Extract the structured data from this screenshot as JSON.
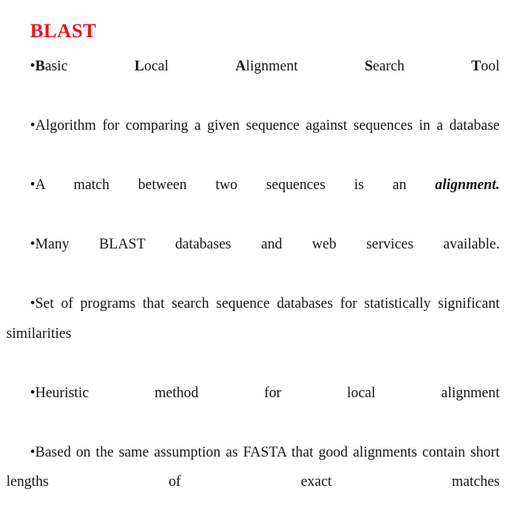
{
  "slide": {
    "title": "BLAST",
    "title_color": "#e8161b",
    "body_color": "#151515",
    "background_color": "#ffffff",
    "bullet_glyph": "•",
    "bullets": [
      {
        "id": "bullet-acronym",
        "text": "Basic Local Alignment Search Tool",
        "segments": [
          {
            "text": "B",
            "style": "bold"
          },
          {
            "text": "asic ",
            "style": "normal"
          },
          {
            "text": "L",
            "style": "bold"
          },
          {
            "text": "ocal ",
            "style": "normal"
          },
          {
            "text": "A",
            "style": "bold"
          },
          {
            "text": "lignment ",
            "style": "normal"
          },
          {
            "text": "S",
            "style": "bold"
          },
          {
            "text": "earch ",
            "style": "normal"
          },
          {
            "text": "T",
            "style": "bold"
          },
          {
            "text": "ool",
            "style": "normal"
          }
        ]
      },
      {
        "id": "bullet-algorithm",
        "text": "Algorithm for comparing a given sequence against sequences in a database",
        "segments": [
          {
            "text": "Algorithm for comparing a given sequence against sequences in a database",
            "style": "normal"
          }
        ]
      },
      {
        "id": "bullet-alignment",
        "text": "A match between two sequences is an alignment.",
        "segments": [
          {
            "text": "A match between two sequences is an ",
            "style": "normal"
          },
          {
            "text": "alignment.",
            "style": "bold-italic"
          }
        ]
      },
      {
        "id": "bullet-databases",
        "text": "Many BLAST databases and web services available.",
        "segments": [
          {
            "text": "Many BLAST databases and web services available.",
            "style": "normal"
          }
        ]
      },
      {
        "id": "bullet-programs",
        "text": "Set of programs that search sequence databases for statistically significant similarities",
        "segments": [
          {
            "text": "Set of programs that search sequence databases for statistically significant similarities",
            "style": "normal"
          }
        ]
      },
      {
        "id": "bullet-heuristic",
        "text": "Heuristic method for local alignment",
        "segments": [
          {
            "text": "Heuristic method for local alignment",
            "style": "normal"
          }
        ]
      },
      {
        "id": "bullet-fasta",
        "text": "Based on the same assumption as FASTA that good alignments contain short lengths of exact matches",
        "segments": [
          {
            "text": "Based on the same assumption as FASTA that good alignments contain short lengths of exact matches",
            "style": "normal"
          }
        ]
      }
    ]
  }
}
